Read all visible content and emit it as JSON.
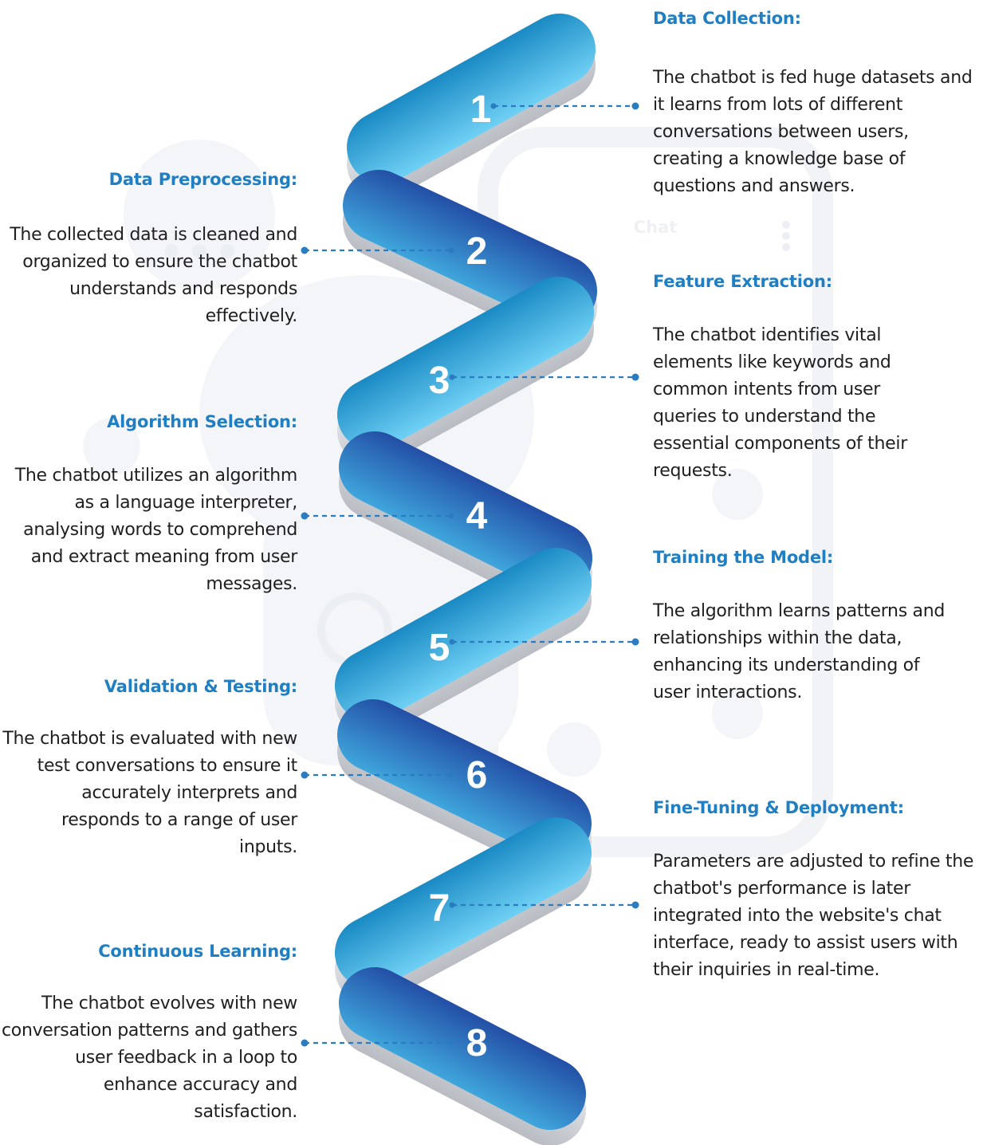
{
  "bg_watermark": {
    "chat_label": "Chat"
  },
  "steps": [
    {
      "number": "1",
      "title": "Data Collection:",
      "description": "The chatbot is fed huge datasets and it learns from lots of different conversations between users, creating a knowledge base of questions and answers."
    },
    {
      "number": "2",
      "title": "Data Preprocessing:",
      "description": "The collected data is cleaned and organized to ensure the chatbot understands and responds effectively."
    },
    {
      "number": "3",
      "title": "Feature Extraction:",
      "description": "The chatbot identifies vital elements like keywords and common intents from user queries to understand the essential components of their requests."
    },
    {
      "number": "4",
      "title": "Algorithm Selection:",
      "description": "The chatbot utilizes an algorithm as a language interpreter, analysing words to comprehend and extract meaning from user messages."
    },
    {
      "number": "5",
      "title": "Training the Model:",
      "description": "The algorithm learns patterns and relationships within the data, enhancing its understanding of user interactions."
    },
    {
      "number": "6",
      "title": "Validation & Testing:",
      "description": "The chatbot is evaluated with new test conversations to ensure it accurately interprets and responds to a range of user inputs."
    },
    {
      "number": "7",
      "title": "Fine-Tuning & Deployment:",
      "description": "Parameters are adjusted to refine the chatbot's performance is later integrated into the website's chat interface, ready to assist users with their inquiries in real-time."
    },
    {
      "number": "8",
      "title": "Continuous Learning:",
      "description": "The chatbot evolves with new conversation patterns and gathers user feedback in a loop to enhance accuracy and satisfaction."
    }
  ],
  "colors": {
    "title_blue": "#1f7fc4",
    "text": "#1f1f1f",
    "pill_light_top": "#1a8ac4",
    "pill_light_bottom": "#6fd0f4",
    "pill_dark_top": "#234fa6",
    "pill_dark_bottom": "#3fa6dc",
    "pill_edge": "#cfd3d8",
    "connector": "#2a7bc0"
  }
}
